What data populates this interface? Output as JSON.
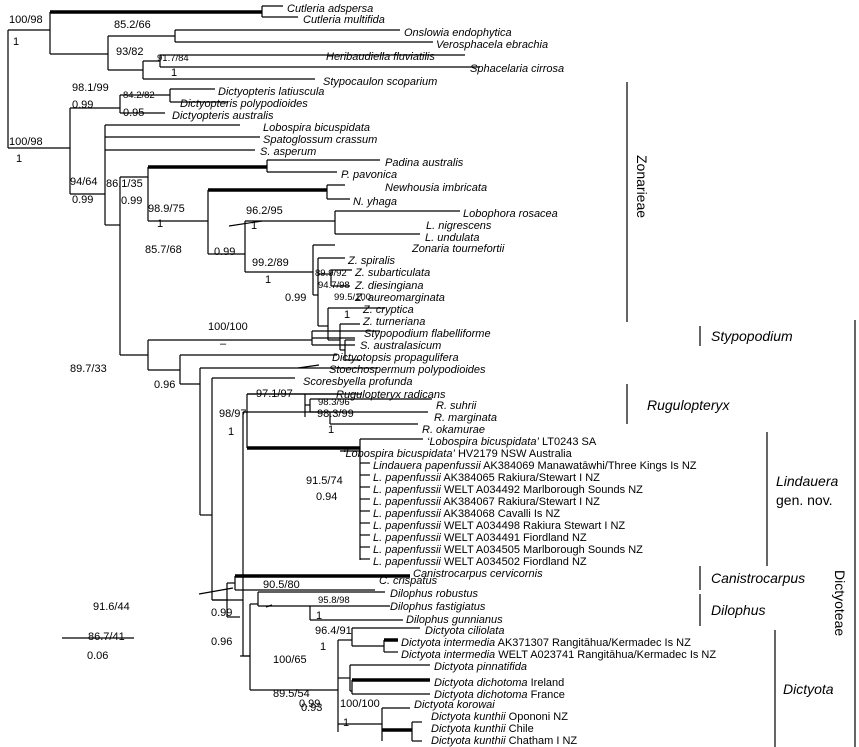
{
  "taxa": [
    {
      "id": "t01",
      "parts": [
        {
          "t": "Cutleria adspersa"
        }
      ]
    },
    {
      "id": "t02",
      "parts": [
        {
          "t": "Cutleria multifida"
        }
      ]
    },
    {
      "id": "t03",
      "parts": [
        {
          "t": "Onslowia endophytica"
        }
      ]
    },
    {
      "id": "t04",
      "parts": [
        {
          "t": "Verosphacela ebrachia"
        }
      ]
    },
    {
      "id": "t05",
      "parts": [
        {
          "t": "Heribaudiella fluviatilis"
        }
      ]
    },
    {
      "id": "t06",
      "parts": [
        {
          "t": "Sphacelaria cirrosa"
        }
      ]
    },
    {
      "id": "t07",
      "parts": [
        {
          "t": "Stypocaulon scoparium"
        }
      ]
    },
    {
      "id": "t08",
      "parts": [
        {
          "t": "Dictyopteris latiuscula"
        }
      ]
    },
    {
      "id": "t09",
      "parts": [
        {
          "t": "Dictyopteris polypodioides"
        }
      ]
    },
    {
      "id": "t10",
      "parts": [
        {
          "t": "Dictyopteris australis"
        }
      ]
    },
    {
      "id": "t11",
      "parts": [
        {
          "t": "Lobospira bicuspidata"
        }
      ]
    },
    {
      "id": "t12",
      "parts": [
        {
          "t": "Spatoglossum crassum"
        }
      ]
    },
    {
      "id": "t13",
      "parts": [
        {
          "t": "S. asperum"
        }
      ]
    },
    {
      "id": "t14",
      "parts": [
        {
          "t": "Padina australis"
        }
      ]
    },
    {
      "id": "t15",
      "parts": [
        {
          "t": "P. pavonica"
        }
      ]
    },
    {
      "id": "t16",
      "parts": [
        {
          "t": "Newhousia imbricata"
        }
      ]
    },
    {
      "id": "t17",
      "parts": [
        {
          "t": "N. yhaga"
        }
      ]
    },
    {
      "id": "t18",
      "parts": [
        {
          "t": "Lobophora rosacea"
        }
      ]
    },
    {
      "id": "t19",
      "parts": [
        {
          "t": "L. nigrescens"
        }
      ]
    },
    {
      "id": "t20",
      "parts": [
        {
          "t": "L. undulata"
        }
      ]
    },
    {
      "id": "t21",
      "parts": [
        {
          "t": "Zonaria tournefortii"
        }
      ]
    },
    {
      "id": "t22",
      "parts": [
        {
          "t": "Z. spiralis"
        }
      ]
    },
    {
      "id": "t23",
      "parts": [
        {
          "t": "Z. subarticulata"
        }
      ]
    },
    {
      "id": "t24",
      "parts": [
        {
          "t": "Z. diesingiana"
        }
      ]
    },
    {
      "id": "t25",
      "parts": [
        {
          "t": "Z. aureomarginata"
        }
      ]
    },
    {
      "id": "t26",
      "parts": [
        {
          "t": "Z. cryptica"
        }
      ]
    },
    {
      "id": "t27",
      "parts": [
        {
          "t": "Z. turneriana"
        }
      ]
    },
    {
      "id": "t28",
      "parts": [
        {
          "t": "Stypopodium flabelliforme"
        }
      ]
    },
    {
      "id": "t29",
      "parts": [
        {
          "t": "S. australasicum"
        }
      ]
    },
    {
      "id": "t30",
      "parts": [
        {
          "t": "Dictyotopsis propagulifera"
        }
      ]
    },
    {
      "id": "t31",
      "parts": [
        {
          "t": "Stoechospermum polypodioides"
        }
      ]
    },
    {
      "id": "t32",
      "parts": [
        {
          "t": "Scoresbyella profunda"
        }
      ]
    },
    {
      "id": "t33",
      "parts": [
        {
          "t": "Rugulopteryx radicans"
        }
      ]
    },
    {
      "id": "t34",
      "parts": [
        {
          "t": "R. suhrii"
        }
      ]
    },
    {
      "id": "t35",
      "parts": [
        {
          "t": "R. marginata"
        }
      ]
    },
    {
      "id": "t36",
      "parts": [
        {
          "t": "R. okamurae"
        }
      ]
    },
    {
      "id": "t37",
      "parts": [
        {
          "t": "‘Lobospira bicuspidata’"
        },
        {
          "t": " LT0243 SA",
          "p": 1
        }
      ]
    },
    {
      "id": "t38",
      "parts": [
        {
          "t": "‘Lobospira bicuspidata’"
        },
        {
          "t": " HV2179 NSW Australia",
          "p": 1
        }
      ]
    },
    {
      "id": "t39",
      "parts": [
        {
          "t": "Lindauera papenfussii"
        },
        {
          "t": " AK384069 Manawatāwhi/Three Kings Is NZ",
          "p": 1
        }
      ]
    },
    {
      "id": "t40",
      "parts": [
        {
          "t": "L. papenfussii"
        },
        {
          "t": " AK384065 Rakiura/Stewart I NZ",
          "p": 1
        }
      ]
    },
    {
      "id": "t41",
      "parts": [
        {
          "t": "L. papenfussii"
        },
        {
          "t": " WELT A034492 Marlborough Sounds NZ",
          "p": 1
        }
      ]
    },
    {
      "id": "t42",
      "parts": [
        {
          "t": "L. papenfussii"
        },
        {
          "t": " AK384067 Rakiura/Stewart I NZ",
          "p": 1
        }
      ]
    },
    {
      "id": "t43",
      "parts": [
        {
          "t": "L. papenfussii"
        },
        {
          "t": " AK384068 Cavalli Is NZ",
          "p": 1
        }
      ]
    },
    {
      "id": "t44",
      "parts": [
        {
          "t": "L. papenfussii"
        },
        {
          "t": " WELT A034498 Rakiura Stewart I NZ",
          "p": 1
        }
      ]
    },
    {
      "id": "t45",
      "parts": [
        {
          "t": "L. papenfussii"
        },
        {
          "t": " WELT A034491 Fiordland NZ",
          "p": 1
        }
      ]
    },
    {
      "id": "t46",
      "parts": [
        {
          "t": "L. papenfussii"
        },
        {
          "t": " WELT A034505 Marlborough Sounds NZ",
          "p": 1
        }
      ]
    },
    {
      "id": "t47",
      "parts": [
        {
          "t": "L. papenfussii"
        },
        {
          "t": " WELT A034502 Fiordland NZ",
          "p": 1
        }
      ]
    },
    {
      "id": "t48",
      "parts": [
        {
          "t": "Canistrocarpus cervicornis"
        }
      ]
    },
    {
      "id": "t49",
      "parts": [
        {
          "t": "C. crispatus"
        }
      ]
    },
    {
      "id": "t50",
      "parts": [
        {
          "t": "Dilophus robustus"
        }
      ]
    },
    {
      "id": "t51",
      "parts": [
        {
          "t": "Dilophus fastigiatus"
        }
      ]
    },
    {
      "id": "t52",
      "parts": [
        {
          "t": "Dilophus gunnianus"
        }
      ]
    },
    {
      "id": "t53",
      "parts": [
        {
          "t": "Dictyota ciliolata"
        }
      ]
    },
    {
      "id": "t54",
      "parts": [
        {
          "t": "Dictyota intermedia"
        },
        {
          "t": " AK371307 Rangitāhua/Kermadec Is NZ",
          "p": 1
        }
      ]
    },
    {
      "id": "t55",
      "parts": [
        {
          "t": "Dictyota intermedia"
        },
        {
          "t": " WELT A023741 Rangitāhua/Kermadec Is NZ",
          "p": 1
        }
      ]
    },
    {
      "id": "t56",
      "parts": [
        {
          "t": "Dictyota pinnatifida"
        }
      ]
    },
    {
      "id": "t57",
      "parts": [
        {
          "t": "Dictyota dichotoma"
        },
        {
          "t": " Ireland",
          "p": 1
        }
      ]
    },
    {
      "id": "t58",
      "parts": [
        {
          "t": "Dictyota dichotoma"
        },
        {
          "t": " France",
          "p": 1
        }
      ]
    },
    {
      "id": "t59",
      "parts": [
        {
          "t": "Dictyota korowai"
        }
      ]
    },
    {
      "id": "t60",
      "parts": [
        {
          "t": "Dictyota kunthii"
        },
        {
          "t": " Opononi NZ",
          "p": 1
        }
      ]
    },
    {
      "id": "t61",
      "parts": [
        {
          "t": "Dictyota kunthii"
        },
        {
          "t": " Chile",
          "p": 1
        }
      ]
    },
    {
      "id": "t62",
      "parts": [
        {
          "t": "Dictyota kunthii"
        },
        {
          "t": " Chatham I NZ",
          "p": 1
        }
      ]
    }
  ],
  "support": [
    {
      "id": "s01",
      "t": "100/98"
    },
    {
      "id": "s02",
      "t": "1"
    },
    {
      "id": "s03",
      "t": "85.2/66"
    },
    {
      "id": "s04",
      "t": "93/82"
    },
    {
      "id": "s05",
      "t": "91.7/84"
    },
    {
      "id": "s06",
      "t": "1"
    },
    {
      "id": "s07",
      "t": "100/98"
    },
    {
      "id": "s08",
      "t": "1"
    },
    {
      "id": "s09",
      "t": "98.1/99"
    },
    {
      "id": "s10",
      "t": "0.99"
    },
    {
      "id": "s11",
      "t": "84.2/82"
    },
    {
      "id": "s12",
      "t": "0.95"
    },
    {
      "id": "s13",
      "t": "94/64"
    },
    {
      "id": "s14",
      "t": "0.99"
    },
    {
      "id": "s15",
      "t": "86.1/35"
    },
    {
      "id": "s16",
      "t": "0.99"
    },
    {
      "id": "s17",
      "t": "98.9/75"
    },
    {
      "id": "s18",
      "t": "1"
    },
    {
      "id": "s19",
      "t": "96.2/95"
    },
    {
      "id": "s20",
      "t": "1"
    },
    {
      "id": "s21",
      "t": "85.7/68"
    },
    {
      "id": "s22",
      "t": "0.99"
    },
    {
      "id": "s23",
      "t": "99.2/89"
    },
    {
      "id": "s24",
      "t": "1"
    },
    {
      "id": "s25",
      "t": "89.9/92"
    },
    {
      "id": "s26",
      "t": "94.7/98"
    },
    {
      "id": "s27",
      "t": "0.99"
    },
    {
      "id": "s28",
      "t": "99.5/100"
    },
    {
      "id": "s29",
      "t": "1"
    },
    {
      "id": "s30",
      "t": "100/100"
    },
    {
      "id": "s31",
      "t": "–"
    },
    {
      "id": "s32",
      "t": "89.7/33"
    },
    {
      "id": "s33",
      "t": "0.96"
    },
    {
      "id": "s34",
      "t": "97.1/97"
    },
    {
      "id": "s35",
      "t": "98.3/96"
    },
    {
      "id": "s36",
      "t": "98.3/99"
    },
    {
      "id": "s37",
      "t": "1"
    },
    {
      "id": "s38",
      "t": "98/97"
    },
    {
      "id": "s39",
      "t": "1"
    },
    {
      "id": "s40",
      "t": "91.5/74"
    },
    {
      "id": "s41",
      "t": "0.94"
    },
    {
      "id": "s42",
      "t": "90.5/80"
    },
    {
      "id": "s43",
      "t": "95.8/98"
    },
    {
      "id": "s44",
      "t": "1"
    },
    {
      "id": "s45",
      "t": "91.6/44"
    },
    {
      "id": "s46",
      "t": "0.99"
    },
    {
      "id": "s47",
      "t": "86.7/41"
    },
    {
      "id": "s48",
      "t": "0.96"
    },
    {
      "id": "s49",
      "t": "96.4/91"
    },
    {
      "id": "s50",
      "t": "1"
    },
    {
      "id": "s51",
      "t": "100/65"
    },
    {
      "id": "s52",
      "t": "0.99"
    },
    {
      "id": "s53",
      "t": "89.5/54"
    },
    {
      "id": "s54",
      "t": "0.93"
    },
    {
      "id": "s55",
      "t": "100/100"
    },
    {
      "id": "s56",
      "t": "1"
    }
  ],
  "groups": [
    {
      "id": "g1",
      "label": "Zonarieae"
    },
    {
      "id": "g2",
      "label": "Stypopodium"
    },
    {
      "id": "g3",
      "label": "Rugulopteryx"
    },
    {
      "id": "g4",
      "label": "Lindauera"
    },
    {
      "id": "g5",
      "label": "gen. nov."
    },
    {
      "id": "g6",
      "label": "Canistrocarpus"
    },
    {
      "id": "g7",
      "label": "Dilophus"
    },
    {
      "id": "g8",
      "label": "Dictyota"
    },
    {
      "id": "g9",
      "label": "Dictyoteae"
    }
  ],
  "scale_bar": {
    "label": "0.06"
  }
}
